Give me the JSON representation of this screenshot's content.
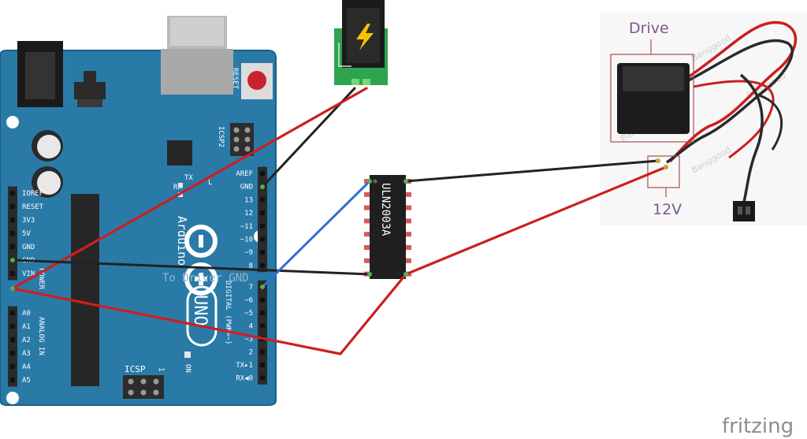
{
  "board": {
    "name": "Arduino",
    "model": "UNO",
    "reset_label": "RESET",
    "icsp2_label": "ICSP2",
    "icsp_label": "ICSP",
    "icsp_pin1": "1",
    "tx_label": "TX",
    "rx_label": "RX",
    "l_label": "L",
    "on_label": "ON",
    "power_label": "POWER",
    "analog_label": "ANALOG IN",
    "digital_label": "DIGITAL (PWM=~)",
    "power_pins": [
      "IOREF",
      "RESET",
      "3V3",
      "5V",
      "GND",
      "GND",
      "VIN"
    ],
    "analog_pins": [
      "A0",
      "A1",
      "A2",
      "A3",
      "A4",
      "A5"
    ],
    "digital_top": [
      "AREF",
      "GND",
      "13",
      "12",
      "~11",
      "~10",
      "~9",
      "8"
    ],
    "digital_bottom": [
      "7",
      "~6",
      "~5",
      "4",
      "~3",
      "2",
      "TX▸1",
      "RX◀0"
    ]
  },
  "ic": {
    "label": "ULN2003A"
  },
  "annotation": {
    "to_driver_gnd": "To Driver  GND"
  },
  "driver": {
    "label": "Drive",
    "voltage_label": "12V",
    "watermark": "Banggood"
  },
  "footer": {
    "brand": "fritzing"
  },
  "colors": {
    "board": "#2a7aa8",
    "board_edge": "#1a5f86",
    "wire_red": "#cc1f1f",
    "wire_black": "#222222",
    "wire_blue": "#2e6fd3",
    "annotation_box": "#b24a4a",
    "label_purple": "#7a5a8c"
  }
}
